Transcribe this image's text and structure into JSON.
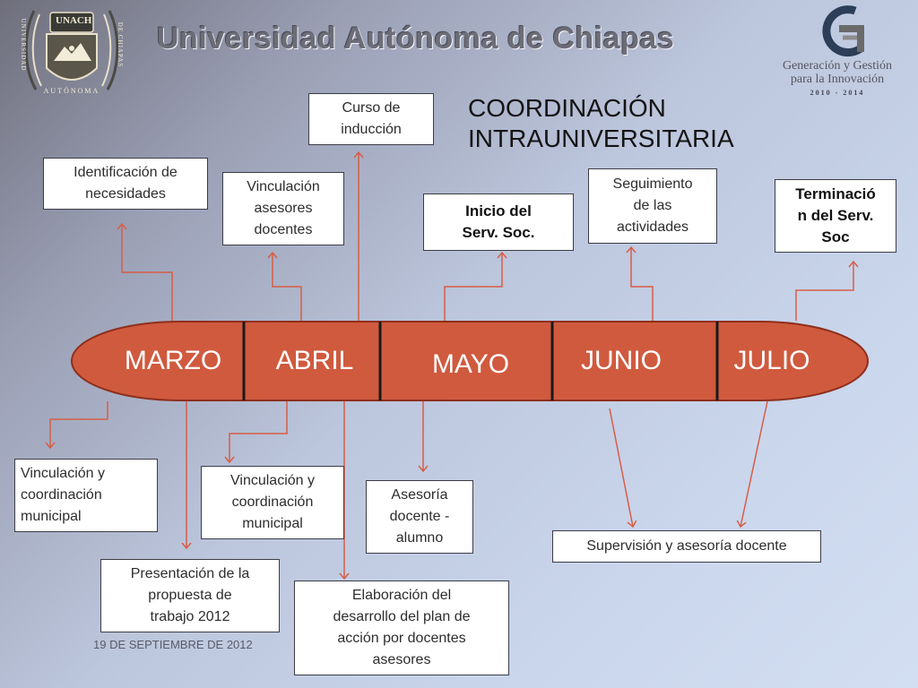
{
  "header": {
    "university": "Universidad Autónoma de Chiapas",
    "section_title": "COORDINACIÓN\nINTRAUNIVERSITARIA"
  },
  "logo_left": {
    "name": "UNACH",
    "left_text": "UNIVERSIDAD",
    "right_text": "DE CHIAPAS",
    "bottom_text": "AUTÓNOMA"
  },
  "logo_right": {
    "line1": "Generación y Gestión",
    "line2": "para la Innovación",
    "years": "2010 - 2014"
  },
  "colors": {
    "timeline_fill": "#d05a3e",
    "timeline_stroke": "#8e2f1c",
    "arrow": "#d85d47",
    "divider": "#1a1a1a"
  },
  "timeline": {
    "months": [
      "MARZO",
      "ABRIL",
      "MAYO",
      "JUNIO",
      "JULIO"
    ]
  },
  "upper_boxes": {
    "identificacion": "Identificación de\nnecesidades",
    "vinculacion_asesores": "Vinculación\nasesores\ndocentes",
    "curso_induccion": "Curso de\ninducción",
    "inicio_serv": "Inicio del\nServ. Soc.",
    "seguimiento": "Seguimiento\nde las\nactividades",
    "terminacion": "Terminació\nn del Serv.\nSoc"
  },
  "lower_boxes": {
    "vinculacion_municipal_1": "Vinculación y\ncoordinación\nmunicipal",
    "presentacion": "Presentación de la\npropuesta de\ntrabajo 2012",
    "vinculacion_municipal_2": "Vinculación y\ncoordinación\nmunicipal",
    "elaboracion": "Elaboración del\ndesarrollo del plan de\nacción por docentes\nasesores",
    "asesoria": "Asesoría\ndocente -\nalumno",
    "supervision": "Supervisión y asesoría docente"
  },
  "footer": {
    "date": "19 DE SEPTIEMBRE DE 2012"
  }
}
